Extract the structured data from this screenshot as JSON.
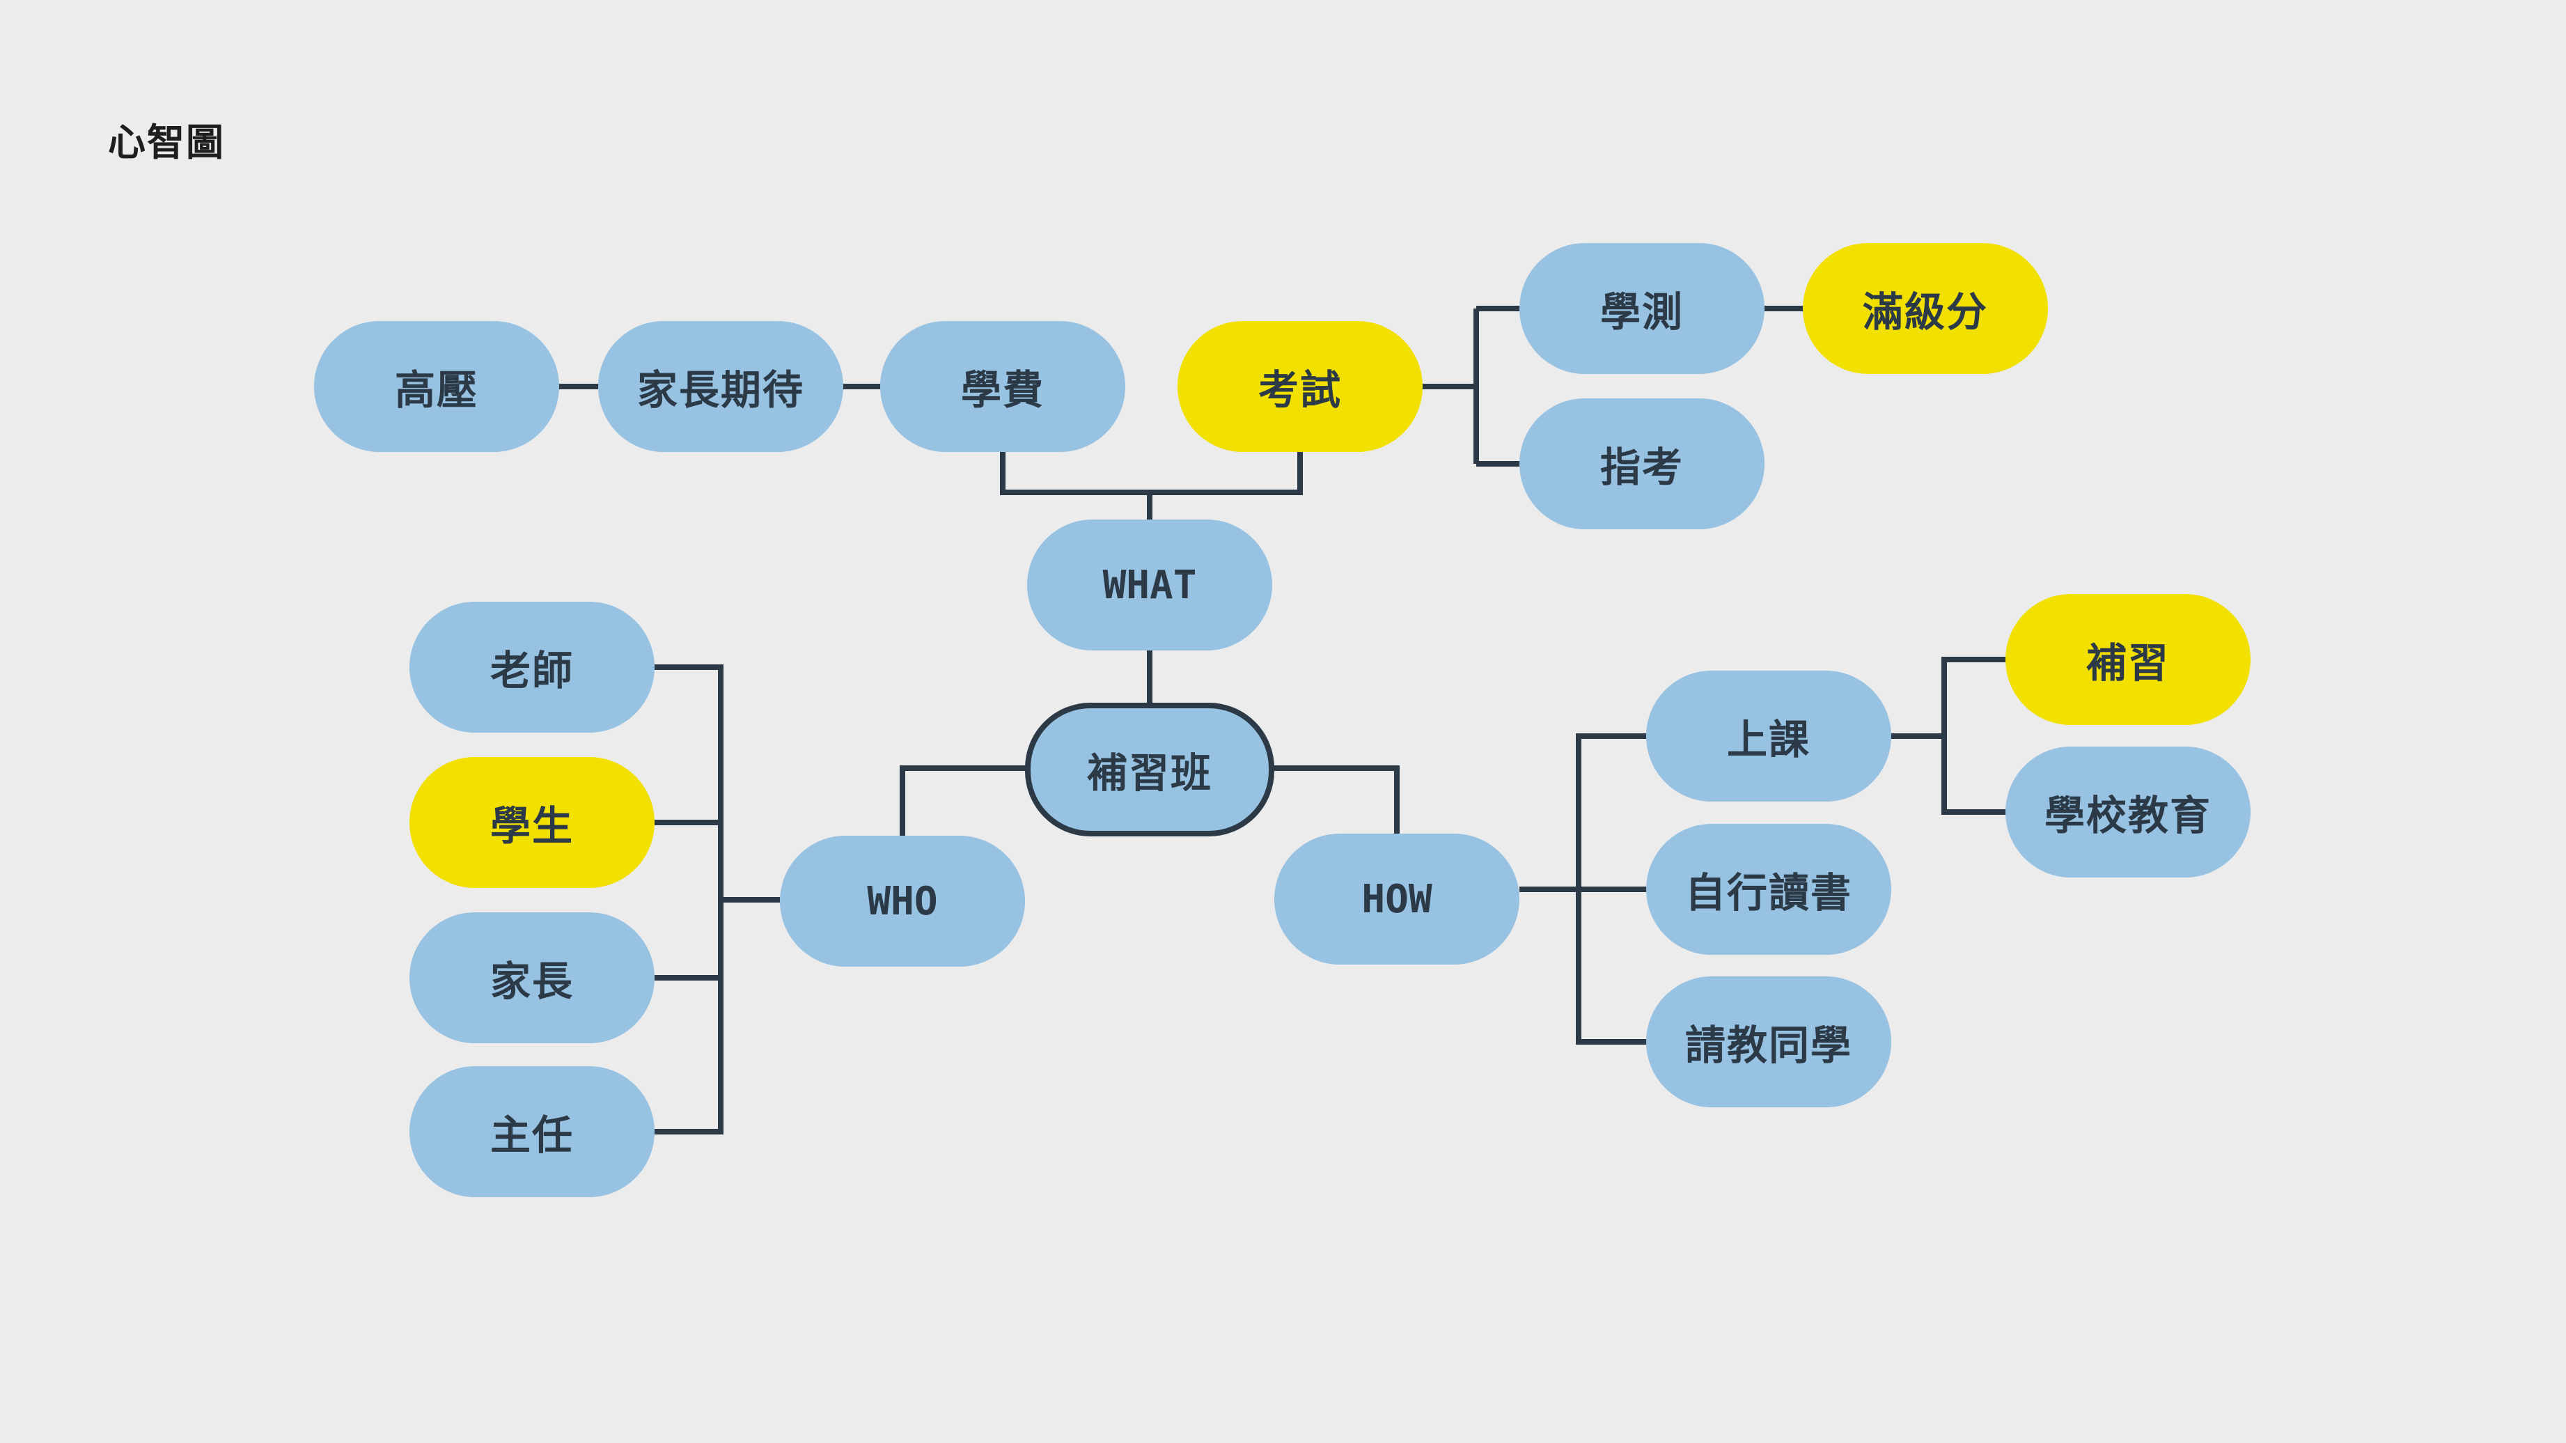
{
  "page_title": "心智圖",
  "colors": {
    "background": "#ececec",
    "node_blue": "#97c2e2",
    "node_yellow": "#f2e000",
    "line": "#2c3a47",
    "text": "#2c3a47"
  },
  "nodes": {
    "center": "補習班",
    "what": "WHAT",
    "who": "WHO",
    "how": "HOW",
    "gaoya": "高壓",
    "parent_expect": "家長期待",
    "tuition": "學費",
    "exam": "考試",
    "gsat": "學測",
    "full_score": "滿級分",
    "ast": "指考",
    "teacher": "老師",
    "student": "學生",
    "parent": "家長",
    "director": "主任",
    "attend_class": "上課",
    "self_study": "自行讀書",
    "ask_classmates": "請教同學",
    "cram": "補習",
    "school_edu": "學校教育"
  }
}
